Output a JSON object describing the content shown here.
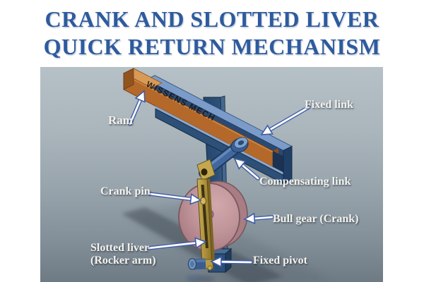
{
  "title": {
    "line1": "CRANK AND SLOTTED LIVER",
    "line2": "QUICK RETURN MECHANISM"
  },
  "figure": {
    "beam_text": "WISSENS MECH",
    "labels": {
      "ram": "Ram",
      "fixed_link": "Fixed link",
      "compensating_link": "Compensating link",
      "crank_pin": "Crank pin",
      "slotted_liver_line1": "Slotted liver",
      "slotted_liver_line2": "(Rocker arm)",
      "fixed_pivot": "Fixed pivot",
      "bull_gear": "Bull gear (Crank)"
    },
    "colors": {
      "title_blue": "#2e5b9e",
      "frame_blue": "#2b4d77",
      "ram_orange": "#b4682a",
      "lever_gold": "#b3953f",
      "gear_pink": "#c1989d",
      "label_white": "#f3f3ee",
      "arrow_outline_blue": "#3f5da6",
      "backdrop_top": "#b6c0c7",
      "backdrop_bottom": "#6e7a84"
    }
  }
}
